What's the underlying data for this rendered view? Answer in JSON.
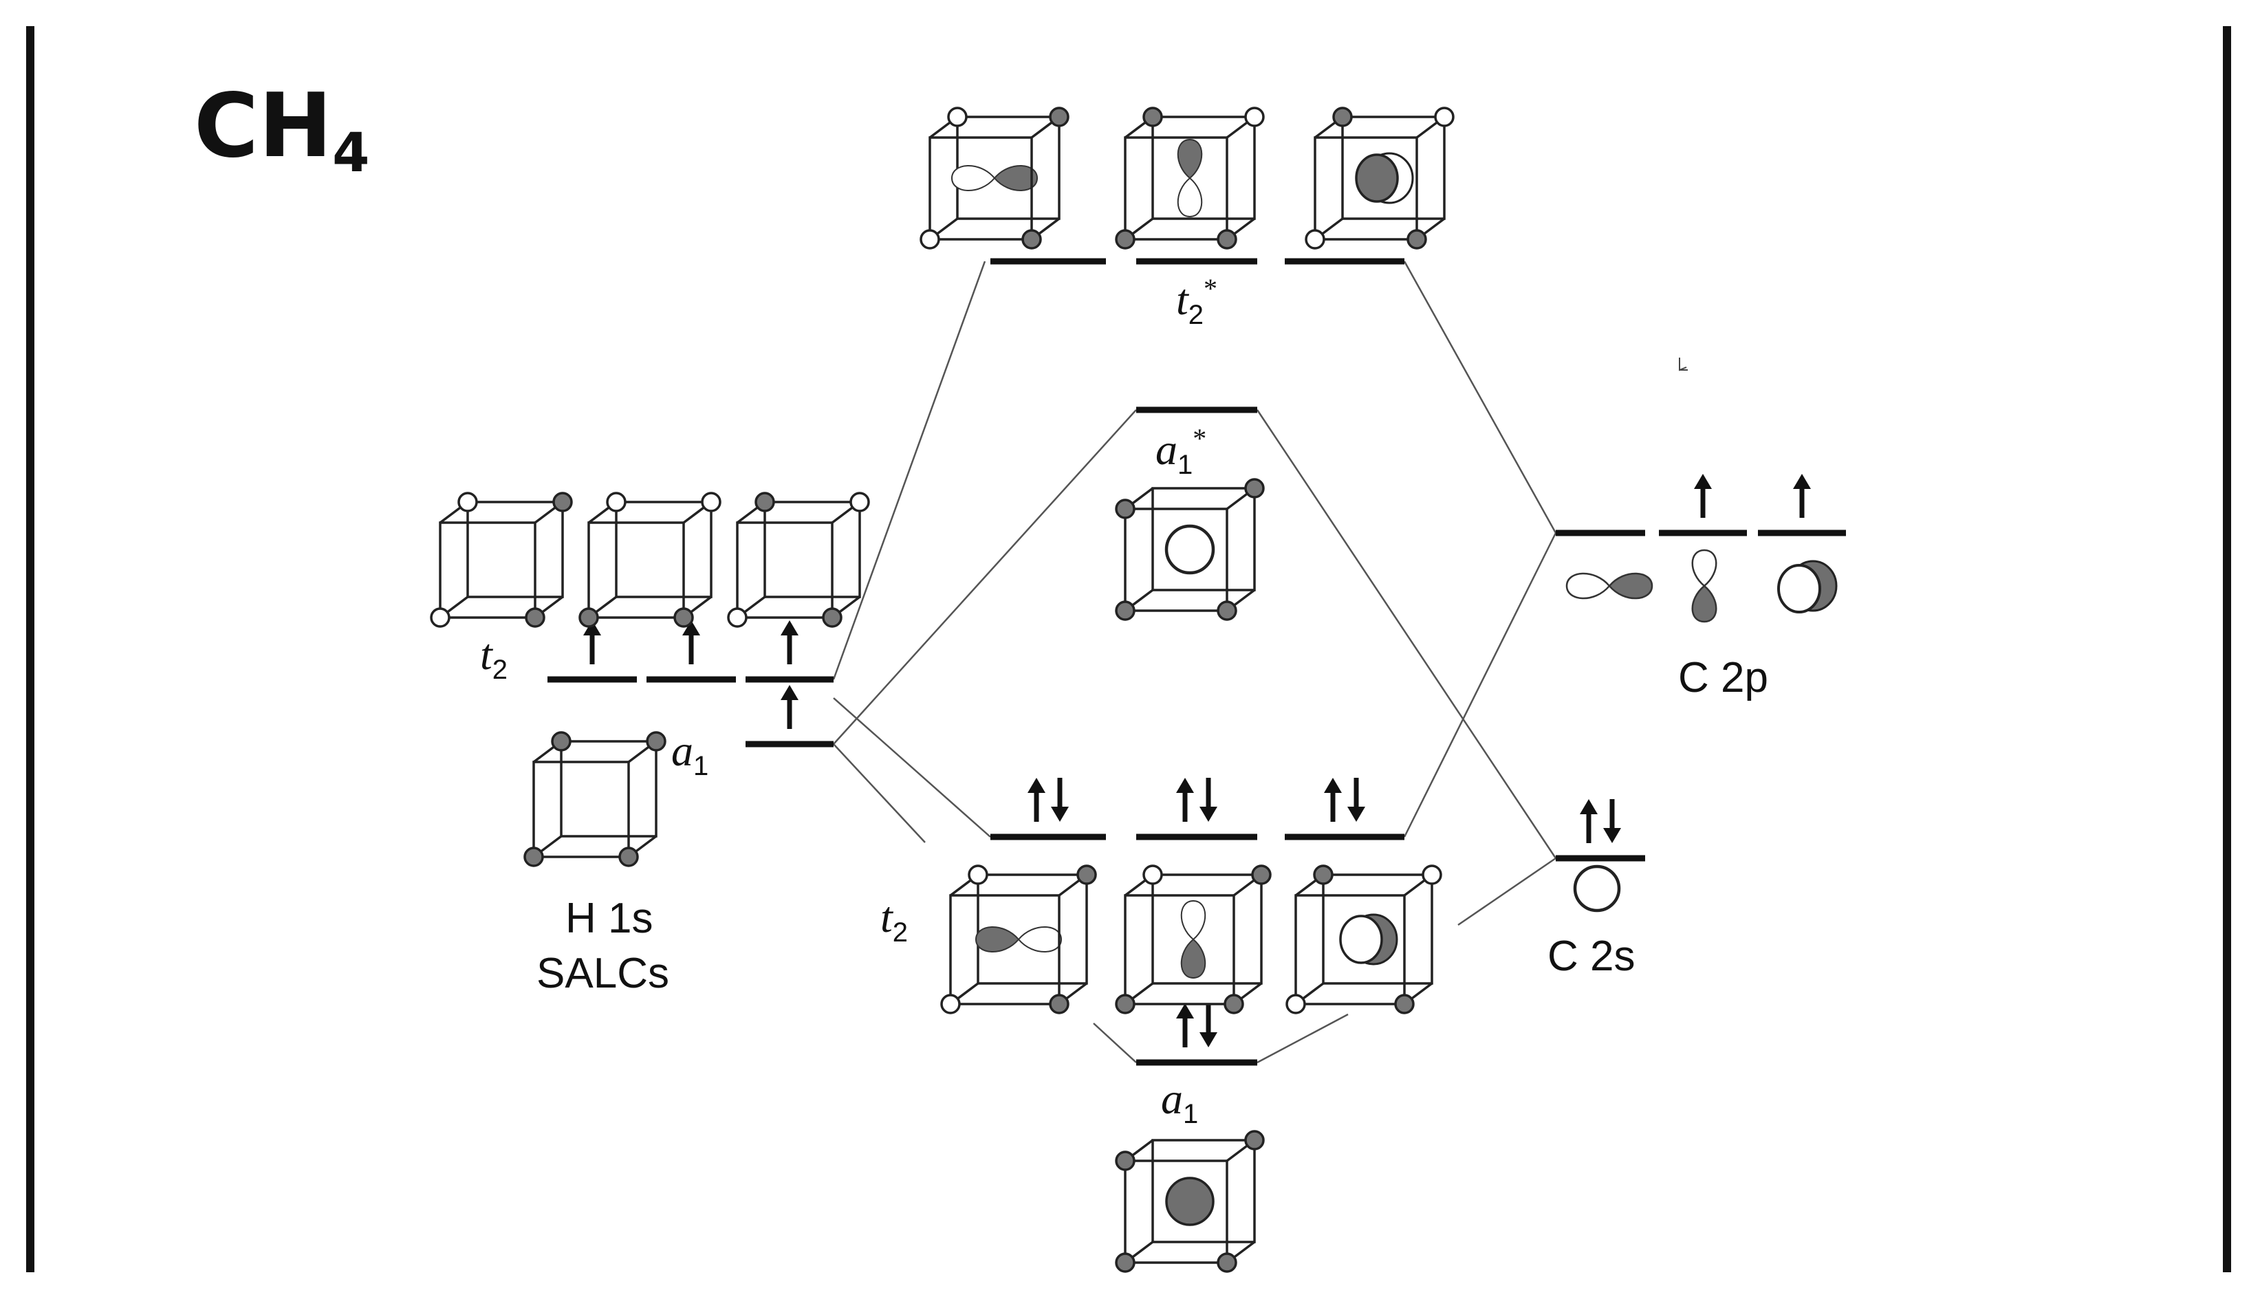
{
  "title": {
    "main": "CH",
    "subscript": "4"
  },
  "labels": {
    "h1s": "H 1s",
    "salcs": "SALCs",
    "c2p": "C 2p",
    "c2s": "C 2s"
  },
  "symmetry_labels": {
    "t2_star": {
      "symbol": "t",
      "sub": "2",
      "sup": "*"
    },
    "a1_star": {
      "symbol": "a",
      "sub": "1",
      "sup": "*"
    },
    "t2_salc": {
      "symbol": "t",
      "sub": "2",
      "sup": ""
    },
    "a1_salc": {
      "symbol": "a",
      "sub": "1",
      "sup": ""
    },
    "t2_bond": {
      "symbol": "t",
      "sub": "2",
      "sup": ""
    },
    "a1_bond": {
      "symbol": "a",
      "sub": "1",
      "sup": ""
    }
  },
  "levels": {
    "t2_star": {
      "electrons": [
        0,
        0,
        0
      ]
    },
    "a1_star": {
      "electrons": [
        0
      ]
    },
    "salc_t2": {
      "electrons": [
        1,
        1,
        1
      ]
    },
    "salc_a1": {
      "electrons": [
        1
      ]
    },
    "c2p": {
      "electrons": [
        0,
        1,
        1
      ]
    },
    "c2s": {
      "electrons": [
        2
      ]
    },
    "mo_t2": {
      "electrons": [
        2,
        2,
        2
      ]
    },
    "mo_a1": {
      "electrons": [
        2
      ]
    }
  },
  "colors": {
    "line": "#111111",
    "connector": "#555555",
    "lobe": "#6f6f6f",
    "ink": "#111111"
  }
}
